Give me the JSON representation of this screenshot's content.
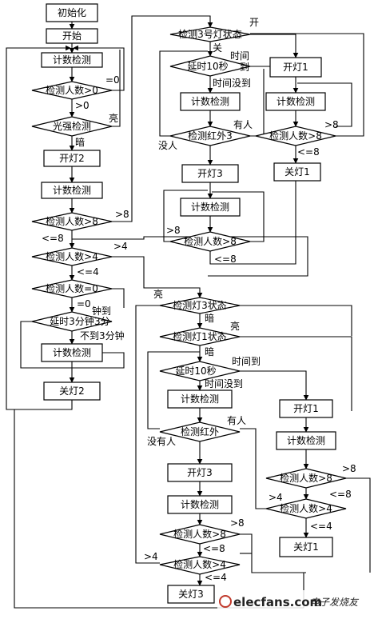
{
  "nodes": {
    "init": "初始化",
    "start": "开始",
    "count1": "计数检测",
    "people_gt0": "检测人数>0",
    "light_detect": "光强检测",
    "light_on2": "开灯2",
    "count2": "计数检测",
    "people_gt8": "检测人数>8",
    "people_gt4": "检测人数>4",
    "people_eq0": "检测人数=0",
    "delay3min": "延时3分钟",
    "count3": "计数检测",
    "light_off2": "关灯2",
    "check_lamp3_a": "检测3号灯状态",
    "delay10s_a": "延时10秒",
    "count4": "计数检测",
    "ir_a": "检测红外3",
    "light_on3_a": "开灯3",
    "count5": "计数检测",
    "people_gt8_a": "检测人数>8",
    "light_on1_a": "开灯1",
    "count6": "计数检测",
    "people_gt8_b": "检测人数>8",
    "light_off1_a": "关灯1",
    "check_lamp3_b": "检测灯3状态",
    "check_lamp1": "检测灯1状态",
    "delay10s_b": "延时10秒",
    "count7": "计数检测",
    "ir_b": "检测红外",
    "light_on3_b": "开灯3",
    "count8": "计数检测",
    "people_gt8_c": "检测人数>8",
    "people_gt4_c": "检测人数>4",
    "light_off3": "关灯3",
    "light_on1_b": "开灯1",
    "count9": "计数检测",
    "people_gt8_d": "检测人数>8",
    "people_gt4_d": "检测人数>4",
    "light_off1_b": "关灯1"
  },
  "labels": {
    "eq0": "=0",
    "gt0": ">0",
    "bright": "亮",
    "dark": "暗",
    "gt8": ">8",
    "le8": "<=8",
    "gt4": ">4",
    "le4": "<=4",
    "three_min": "3分",
    "reached": "钟到",
    "not_3min": "不到3分钟",
    "on": "开",
    "off": "关",
    "time": "时间",
    "arrive": "到",
    "time_not": "时间没到",
    "someone": "有人",
    "nobody": "没人",
    "time_up": "时间到",
    "time_not_up": "时间没到",
    "nobody2": "没有人"
  },
  "watermark": {
    "site": "elecfans.com",
    "cn": "电子发烧友"
  },
  "colors": {
    "watermark_bg": "#d8d8d8",
    "watermark_accent": "#c0392b"
  }
}
